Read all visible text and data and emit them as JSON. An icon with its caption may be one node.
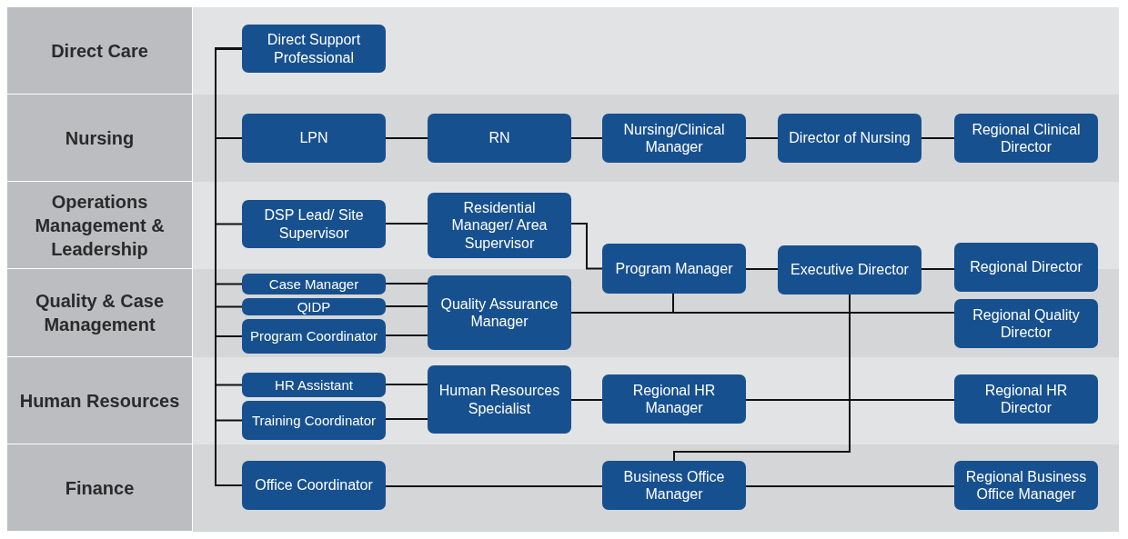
{
  "diagram": {
    "nodes": [
      {
        "text": [
          "Direct Care"
        ]
      },
      {
        "text": [
          "Nursing"
        ]
      },
      {
        "text": [
          "Operations Management & Leadership"
        ]
      },
      {
        "text": [
          "Quality & Case Management"
        ]
      },
      {
        "text": [
          "Human Resources"
        ]
      },
      {
        "text": [
          "Finance"
        ]
      },
      {
        "text": [
          "Direct Support Professional"
        ]
      },
      {
        "text": [
          "LPN"
        ]
      },
      {
        "text": [
          "RN"
        ]
      },
      {
        "text": [
          "Nursing/Clinical Manager"
        ]
      },
      {
        "text": [
          "Director of Nursing"
        ]
      },
      {
        "text": [
          "Regional Clinical Director"
        ]
      },
      {
        "text": [
          "DSP Lead/ Site Supervisor"
        ]
      },
      {
        "text": [
          "Residential Manager/ Area Supervisor"
        ]
      },
      {
        "text": [
          "Program Manager"
        ]
      },
      {
        "text": [
          "Executive Director"
        ]
      },
      {
        "text": [
          "Regional Director"
        ]
      },
      {
        "text": [
          "Case Manager"
        ]
      },
      {
        "text": [
          "QIDP"
        ]
      },
      {
        "text": [
          "Program Coordinator"
        ]
      },
      {
        "text": [
          "Quality Assurance Manager"
        ]
      },
      {
        "text": [
          "Regional Quality Director"
        ]
      },
      {
        "text": [
          "HR Assistant"
        ]
      },
      {
        "text": [
          "Training Coordinator"
        ]
      },
      {
        "text": [
          "Human Resources Specialist"
        ]
      },
      {
        "text": [
          "Regional HR Manager"
        ]
      },
      {
        "text": [
          "Regional HR Director"
        ]
      },
      {
        "text": [
          "Office Coordinator"
        ]
      },
      {
        "text": [
          "Business Office Manager"
        ]
      },
      {
        "text": [
          "Regional Business Office Manager"
        ]
      }
    ],
    "edges": [
      {
        "from": 6,
        "to": 7,
        "arrow": "none"
      },
      {
        "from": 6,
        "to": 12,
        "arrow": "none"
      },
      {
        "from": 6,
        "to": 17,
        "arrow": "none"
      },
      {
        "from": 6,
        "to": 18,
        "arrow": "none"
      },
      {
        "from": 6,
        "to": 19,
        "arrow": "none"
      },
      {
        "from": 6,
        "to": 22,
        "arrow": "none"
      },
      {
        "from": 6,
        "to": 23,
        "arrow": "none"
      },
      {
        "from": 6,
        "to": 27,
        "arrow": "none"
      },
      {
        "from": 7,
        "to": 8,
        "arrow": "none"
      },
      {
        "from": 8,
        "to": 9,
        "arrow": "none"
      },
      {
        "from": 9,
        "to": 10,
        "arrow": "none"
      },
      {
        "from": 10,
        "to": 11,
        "arrow": "none"
      },
      {
        "from": 12,
        "to": 13,
        "arrow": "none"
      },
      {
        "from": 13,
        "to": 14,
        "arrow": "none"
      },
      {
        "from": 17,
        "to": 20,
        "arrow": "none"
      },
      {
        "from": 18,
        "to": 20,
        "arrow": "none"
      },
      {
        "from": 19,
        "to": 20,
        "arrow": "none"
      },
      {
        "from": 20,
        "to": 14,
        "arrow": "none"
      },
      {
        "from": 20,
        "to": 21,
        "arrow": "none"
      },
      {
        "from": 14,
        "to": 15,
        "arrow": "none"
      },
      {
        "from": 15,
        "to": 16,
        "arrow": "none"
      },
      {
        "from": 15,
        "to": 28,
        "arrow": "none"
      },
      {
        "from": 22,
        "to": 24,
        "arrow": "none"
      },
      {
        "from": 23,
        "to": 24,
        "arrow": "none"
      },
      {
        "from": 24,
        "to": 25,
        "arrow": "none"
      },
      {
        "from": 25,
        "to": 26,
        "arrow": "none"
      },
      {
        "from": 27,
        "to": 28,
        "arrow": "none"
      },
      {
        "from": 28,
        "to": 29,
        "arrow": "none"
      }
    ]
  }
}
